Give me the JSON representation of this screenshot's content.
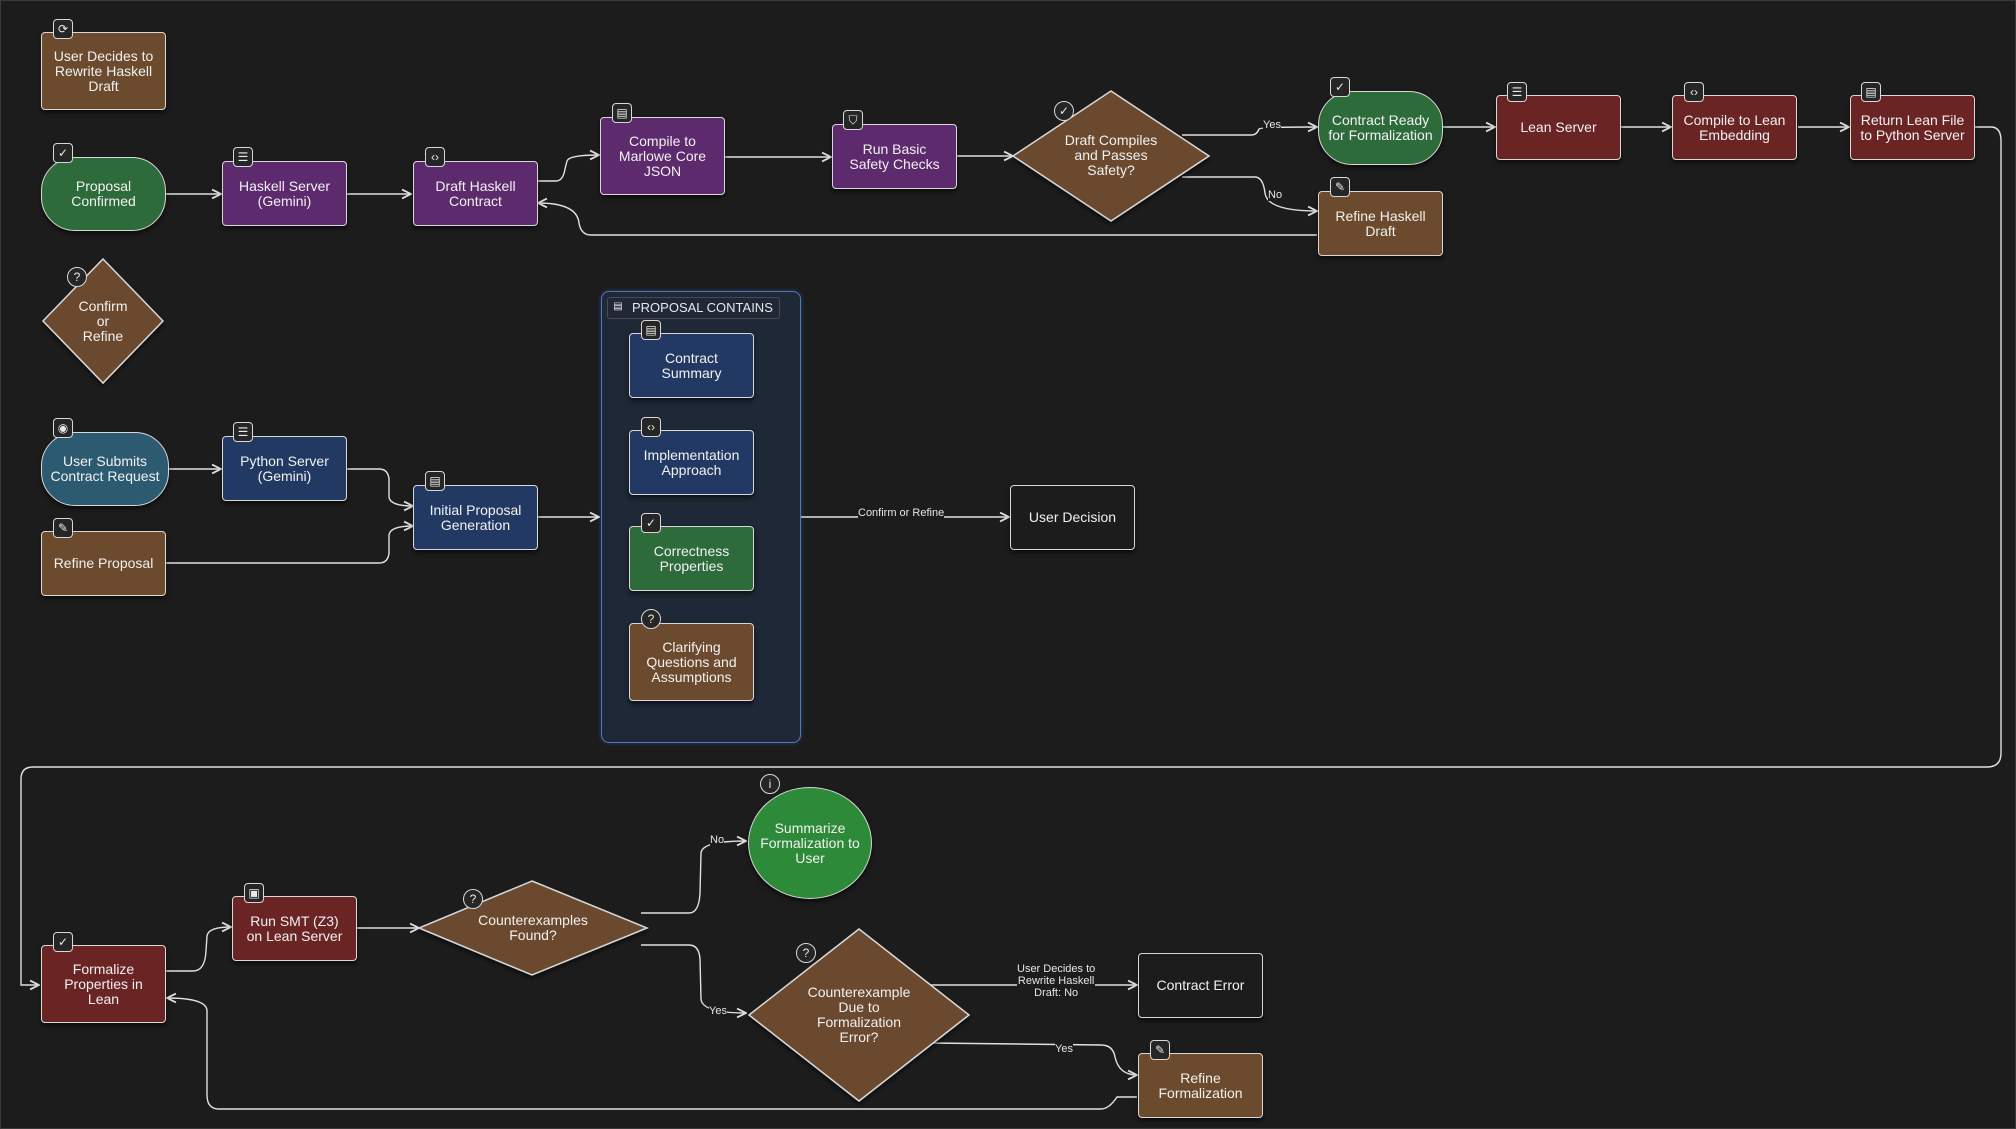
{
  "nodes": {
    "user_rewrite": "User Decides to\nRewrite Haskell\nDraft",
    "proposal_confirmed": "Proposal\nConfirmed",
    "haskell_server": "Haskell Server\n(Gemini)",
    "draft_haskell": "Draft Haskell\nContract",
    "compile_marlowe": "Compile to\nMarlowe Core\nJSON",
    "safety_checks": "Run Basic\nSafety Checks",
    "draft_compiles": "Draft Compiles\nand Passes\nSafety?",
    "contract_ready": "Contract Ready\nfor Formalization",
    "refine_haskell": "Refine Haskell\nDraft",
    "lean_server": "Lean Server",
    "compile_lean": "Compile to Lean\nEmbedding",
    "return_lean": "Return Lean File\nto Python Server",
    "confirm_refine": "Confirm\nor\nRefine",
    "user_submits": "User Submits\nContract Request",
    "python_server": "Python Server\n(Gemini)",
    "refine_proposal": "Refine Proposal",
    "initial_proposal": "Initial Proposal\nGeneration",
    "user_decision": "User Decision",
    "summarize": "Summarize\nFormalization to\nUser",
    "formalize": "Formalize\nProperties in\nLean",
    "run_smt": "Run SMT (Z3)\non Lean Server",
    "counterexamples": "Counterexamples\nFound?",
    "ce_error": "Counterexample\nDue to\nFormalization\nError?",
    "contract_error": "Contract Error",
    "refine_formalization": "Refine\nFormalization"
  },
  "group": {
    "title": "PROPOSAL CONTAINS",
    "items": {
      "summary": "Contract\nSummary",
      "approach": "Implementation\nApproach",
      "correctness": "Correctness\nProperties",
      "clarifying": "Clarifying\nQuestions and\nAssumptions"
    }
  },
  "edge_labels": {
    "yes_ready": "Yes",
    "no_refine": "No",
    "confirm_or_refine": "Confirm or Refine",
    "no_summarize": "No",
    "yes_ce": "Yes",
    "rewrite_no": "User Decides to\nRewrite Haskell\nDraft: No",
    "yes_refine_form": "Yes"
  },
  "colors": {
    "brown": "#6b4a2e",
    "purple": "#5e2a6e",
    "navy": "#223a63",
    "dark_red": "#6a2424",
    "green": "#2e6b3b",
    "bright_green": "#2c8a38",
    "teal": "#2c5a71",
    "group_border": "#4a78c8",
    "edge": "#e0e0e0"
  },
  "icons": {
    "user_rewrite": "repeat-icon",
    "proposal_confirmed": "check-icon",
    "haskell_server": "server-icon",
    "draft_haskell": "code-icon",
    "compile_marlowe": "file-icon",
    "safety_checks": "shield-icon",
    "draft_compiles": "check-circle-icon",
    "contract_ready": "check-icon",
    "refine_haskell": "edit-icon",
    "lean_server": "server-icon",
    "compile_lean": "code-icon",
    "return_lean": "file-icon",
    "confirm_refine": "question-icon",
    "user_submits": "user-icon",
    "python_server": "server-icon",
    "refine_proposal": "edit-icon",
    "initial_proposal": "file-icon",
    "summarize": "info-icon",
    "formalize": "check-square-icon",
    "run_smt": "cpu-icon",
    "counterexamples": "question-icon",
    "ce_error": "question-icon",
    "refine_formalization": "edit-icon",
    "group_title": "document-icon",
    "summary": "file-icon",
    "approach": "code-icon",
    "correctness": "check-square-icon",
    "clarifying": "question-icon"
  }
}
